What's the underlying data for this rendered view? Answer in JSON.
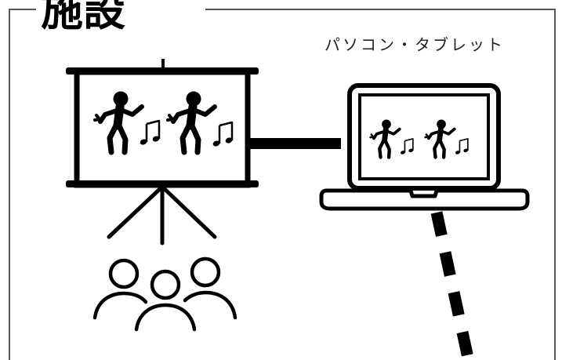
{
  "frame": {
    "title": "施設"
  },
  "devices": {
    "computer_label": "パソコン・タブレット"
  },
  "colors": {
    "frame": "#555555",
    "ink": "#000000",
    "background": "#ffffff"
  },
  "icons": {
    "projector": "projector-screen-icon",
    "dancers": "dancing-people-icon",
    "music": "music-note-icon",
    "audience": "audience-icon",
    "laptop": "laptop-icon",
    "wired_link": "cable-connection",
    "wireless_link": "dashed-connection"
  }
}
